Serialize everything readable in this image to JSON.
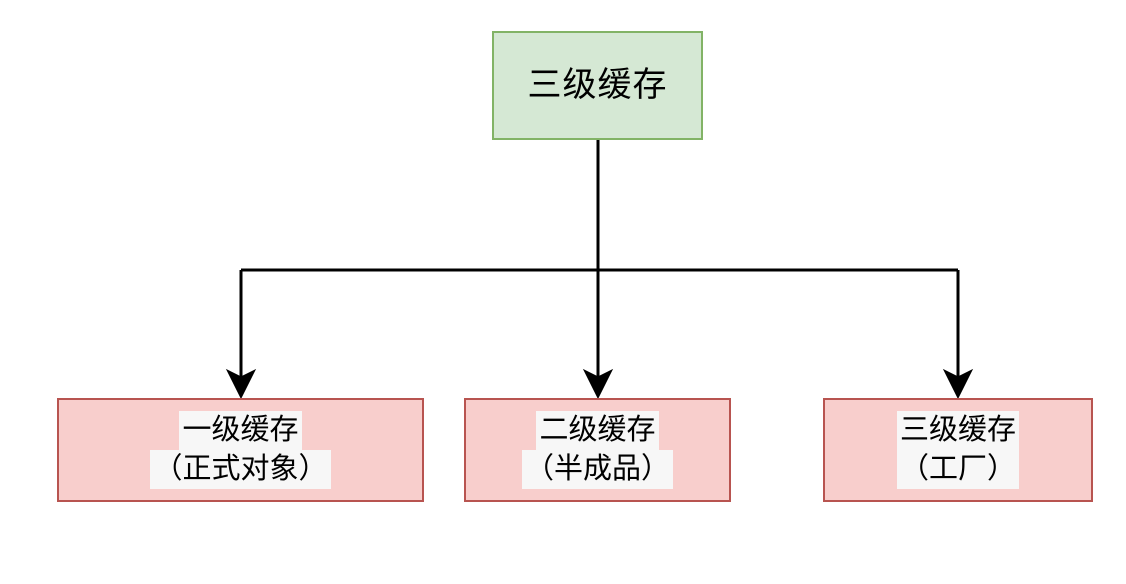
{
  "diagram": {
    "type": "flowchart",
    "direction": "top-down",
    "title": "三级缓存",
    "colors": {
      "root_fill": "#d5e8d4",
      "root_stroke": "#82b366",
      "leaf_fill": "#f8cecc",
      "leaf_stroke": "#b85450",
      "label_background": "#f7f7f7",
      "connector": "#000000",
      "text": "#000000",
      "canvas": "#ffffff"
    },
    "root": {
      "id": "node-root",
      "label": "三级缓存",
      "lines": [
        "三级缓存"
      ]
    },
    "leaves": [
      {
        "id": "node-leaf-1",
        "lines": [
          "一级缓存",
          "（正式对象）"
        ],
        "line1": "一级缓存",
        "line2": "（正式对象）"
      },
      {
        "id": "node-leaf-2",
        "lines": [
          "二级缓存",
          "（半成品）"
        ],
        "line1": "二级缓存",
        "line2": "（半成品）"
      },
      {
        "id": "node-leaf-3",
        "lines": [
          "三级缓存",
          "（工厂）"
        ],
        "line1": "三级缓存",
        "line2": "（工厂）"
      }
    ],
    "connectors": [
      {
        "id": "edge-root-to-bus",
        "from": "node-root",
        "to": "bus",
        "arrow": false
      },
      {
        "id": "edge-bus-to-leaf-1",
        "from": "bus",
        "to": "node-leaf-1",
        "arrow": true
      },
      {
        "id": "edge-bus-to-leaf-2",
        "from": "bus",
        "to": "node-leaf-2",
        "arrow": true
      },
      {
        "id": "edge-bus-to-leaf-3",
        "from": "bus",
        "to": "node-leaf-3",
        "arrow": true
      }
    ]
  }
}
